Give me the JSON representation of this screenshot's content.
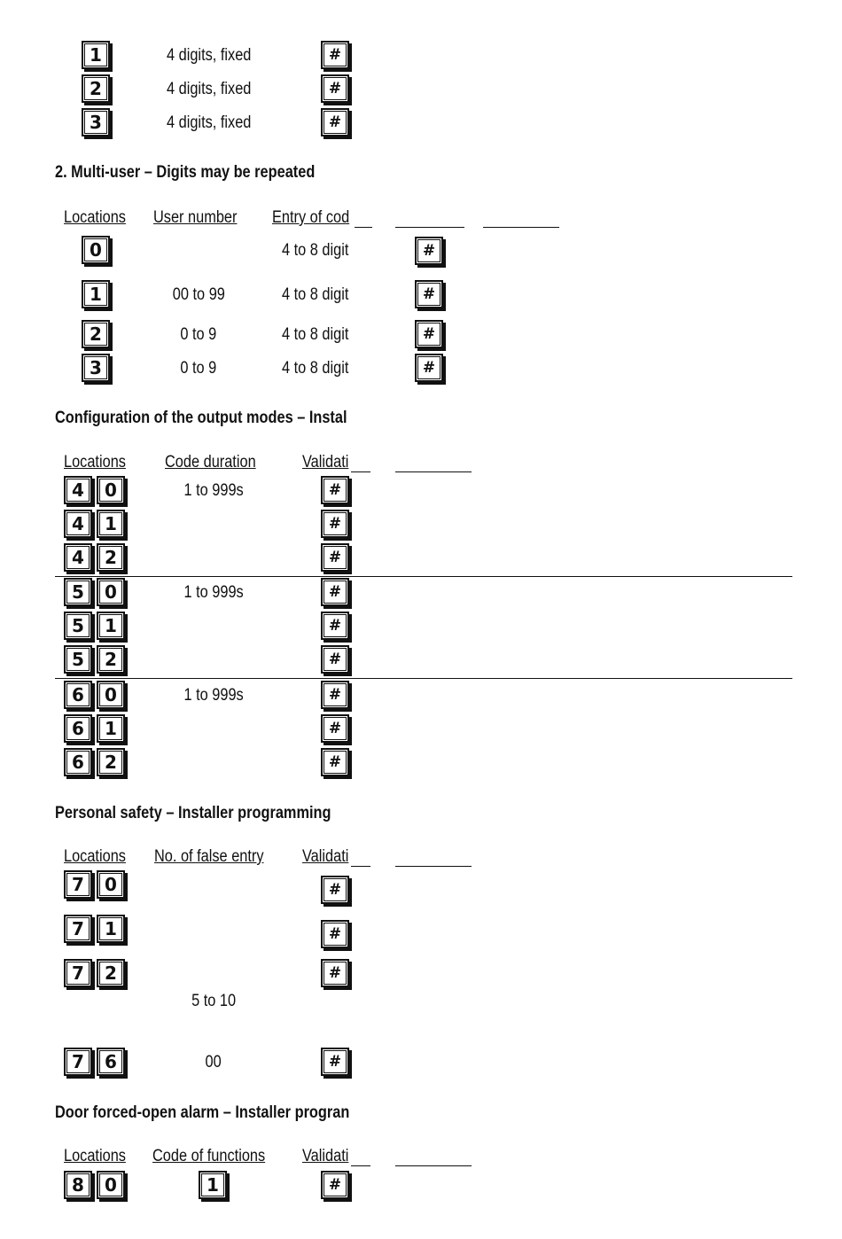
{
  "block1": {
    "rows": [
      {
        "key": "1",
        "text": "4 digits, fixed",
        "validate": "#"
      },
      {
        "key": "2",
        "text": "4 digits, fixed",
        "validate": "#"
      },
      {
        "key": "3",
        "text": "4 digits, fixed",
        "validate": "#"
      }
    ]
  },
  "section2": {
    "title": "2.  Multi-user – Digits may be repeated",
    "headers": {
      "locations": "Locations",
      "user_number": "User number",
      "entry": "Entry of cod"
    },
    "rows": [
      {
        "key": "0",
        "user": "",
        "entry": "4 to 8 digit",
        "validate": "#"
      },
      {
        "key": "1",
        "user": "00 to 99",
        "entry": "4 to 8 digit",
        "validate": "#"
      },
      {
        "key": "2",
        "user": "0 to 9",
        "entry": "4 to 8 digit",
        "validate": "#"
      },
      {
        "key": "3",
        "user": "0 to 9",
        "entry": "4 to 8 digit",
        "validate": "#"
      }
    ]
  },
  "section3": {
    "title": "Configuration of the output modes – Instal",
    "headers": {
      "locations": "Locations",
      "duration": "Code duration",
      "validation": "Validati"
    },
    "rows": [
      {
        "k1": "4",
        "k2": "0",
        "duration": "1 to 999s",
        "validate": "#"
      },
      {
        "k1": "4",
        "k2": "1",
        "duration": "",
        "validate": "#"
      },
      {
        "k1": "4",
        "k2": "2",
        "duration": "",
        "validate": "#"
      },
      {
        "k1": "5",
        "k2": "0",
        "duration": "1 to 999s",
        "validate": "#"
      },
      {
        "k1": "5",
        "k2": "1",
        "duration": "",
        "validate": "#"
      },
      {
        "k1": "5",
        "k2": "2",
        "duration": "",
        "validate": "#"
      },
      {
        "k1": "6",
        "k2": "0",
        "duration": "1 to 999s",
        "validate": "#"
      },
      {
        "k1": "6",
        "k2": "1",
        "duration": "",
        "validate": "#"
      },
      {
        "k1": "6",
        "k2": "2",
        "duration": "",
        "validate": "#"
      }
    ]
  },
  "section4": {
    "title": "Personal safety – Installer programming",
    "headers": {
      "locations": "Locations",
      "false_entry": "No. of false entry",
      "validation": "Validati"
    },
    "rows": [
      {
        "k1": "7",
        "k2": "0",
        "validate": "#"
      },
      {
        "k1": "7",
        "k2": "1",
        "validate": "#"
      },
      {
        "k1": "7",
        "k2": "2",
        "validate": "#"
      },
      {
        "k1": "7",
        "k2": "6",
        "value": "00",
        "validate": "#"
      }
    ],
    "range_note": "5 to 10"
  },
  "section5": {
    "title": "Door forced-open alarm – Installer progran",
    "headers": {
      "locations": "Locations",
      "functions": "Code of functions",
      "validation": "Validati"
    },
    "row": {
      "k1": "8",
      "k2": "0",
      "function_key": "1",
      "validate": "#"
    }
  }
}
